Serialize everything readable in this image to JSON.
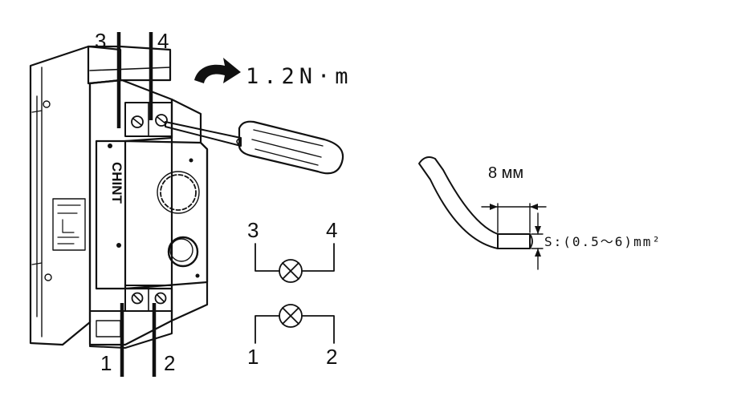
{
  "terminals": {
    "top_left": "3",
    "top_right": "4",
    "bottom_left": "1",
    "bottom_right": "2"
  },
  "torque": "1.2N·m",
  "brand": "CHINT",
  "schematic": {
    "top_left": "3",
    "top_right": "4",
    "bottom_left": "1",
    "bottom_right": "2"
  },
  "strip_length": "8 мм",
  "cross_section": "S:(0.5～6)mm²",
  "colors": {
    "ink": "#111111",
    "body": "#ffffff",
    "shade": "#eaeaea"
  }
}
